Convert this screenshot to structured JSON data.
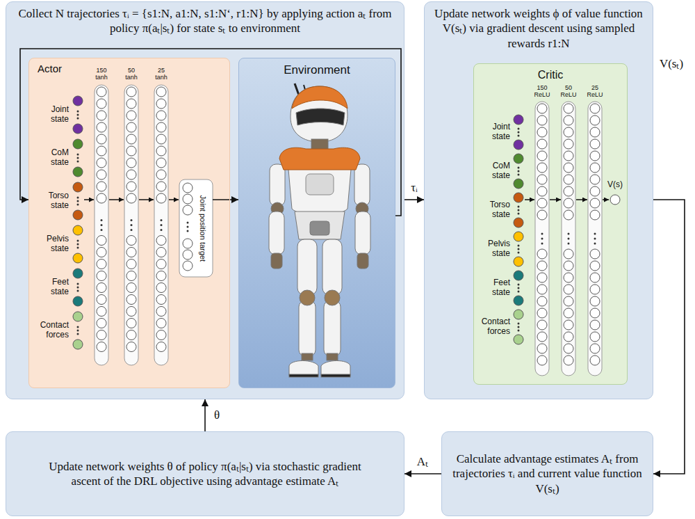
{
  "diagram": {
    "nodes": [
      {
        "text": [
          "Collect N trajectories τᵢ = {s1:N, a1:N, s1:N‘, r1:N} by applying action aₜ from policy π(aₜ|sₜ) for state sₜ to environment"
        ]
      },
      {
        "text": [
          "Actor"
        ],
        "in": 0
      },
      {
        "text": [
          "Environment"
        ],
        "in": 0
      },
      {
        "text": [
          "Update network weights ϕ of value function V(sₜ) via gradient descent using sampled rewards r1:N"
        ]
      },
      {
        "text": [
          "Critic"
        ],
        "in": 3
      },
      {
        "text": [
          "Update network weights θ of policy π(aₜ|sₜ) via stochastic gradient ascent of the DRL objective using advantage estimate Aₜ"
        ]
      },
      {
        "text": [
          "Calculate advantage estimates Aₜ from trajectories τᵢ and current value function V(sₜ)"
        ]
      }
    ],
    "edges": [
      {
        "from": 1,
        "to": 2,
        "arrow": "to"
      },
      {
        "from": 2,
        "to": 1,
        "arrow": "to"
      },
      {
        "from": 0,
        "to": 3,
        "label": "τᵢ",
        "arrow": "to"
      },
      {
        "from": 3,
        "to": 6,
        "label": "V(sₜ)",
        "arrow": "to"
      },
      {
        "from": 6,
        "to": 5,
        "label": "Aₜ",
        "arrow": "to"
      },
      {
        "from": 5,
        "to": 0,
        "label": "θ",
        "arrow": "to"
      }
    ],
    "labels": [
      "150 tanh",
      "50 tanh",
      "25 tanh",
      "Joint state",
      "CoM state",
      "Torso state",
      "Pelvis state",
      "Feet state",
      "Contact forces",
      "Joint position target",
      "150 ReLU",
      "50 ReLU",
      "25 ReLU",
      "Joint state",
      "CoM state",
      "Torso state",
      "Pelvis state",
      "Feet state",
      "Contact forces",
      "V(s)"
    ]
  }
}
